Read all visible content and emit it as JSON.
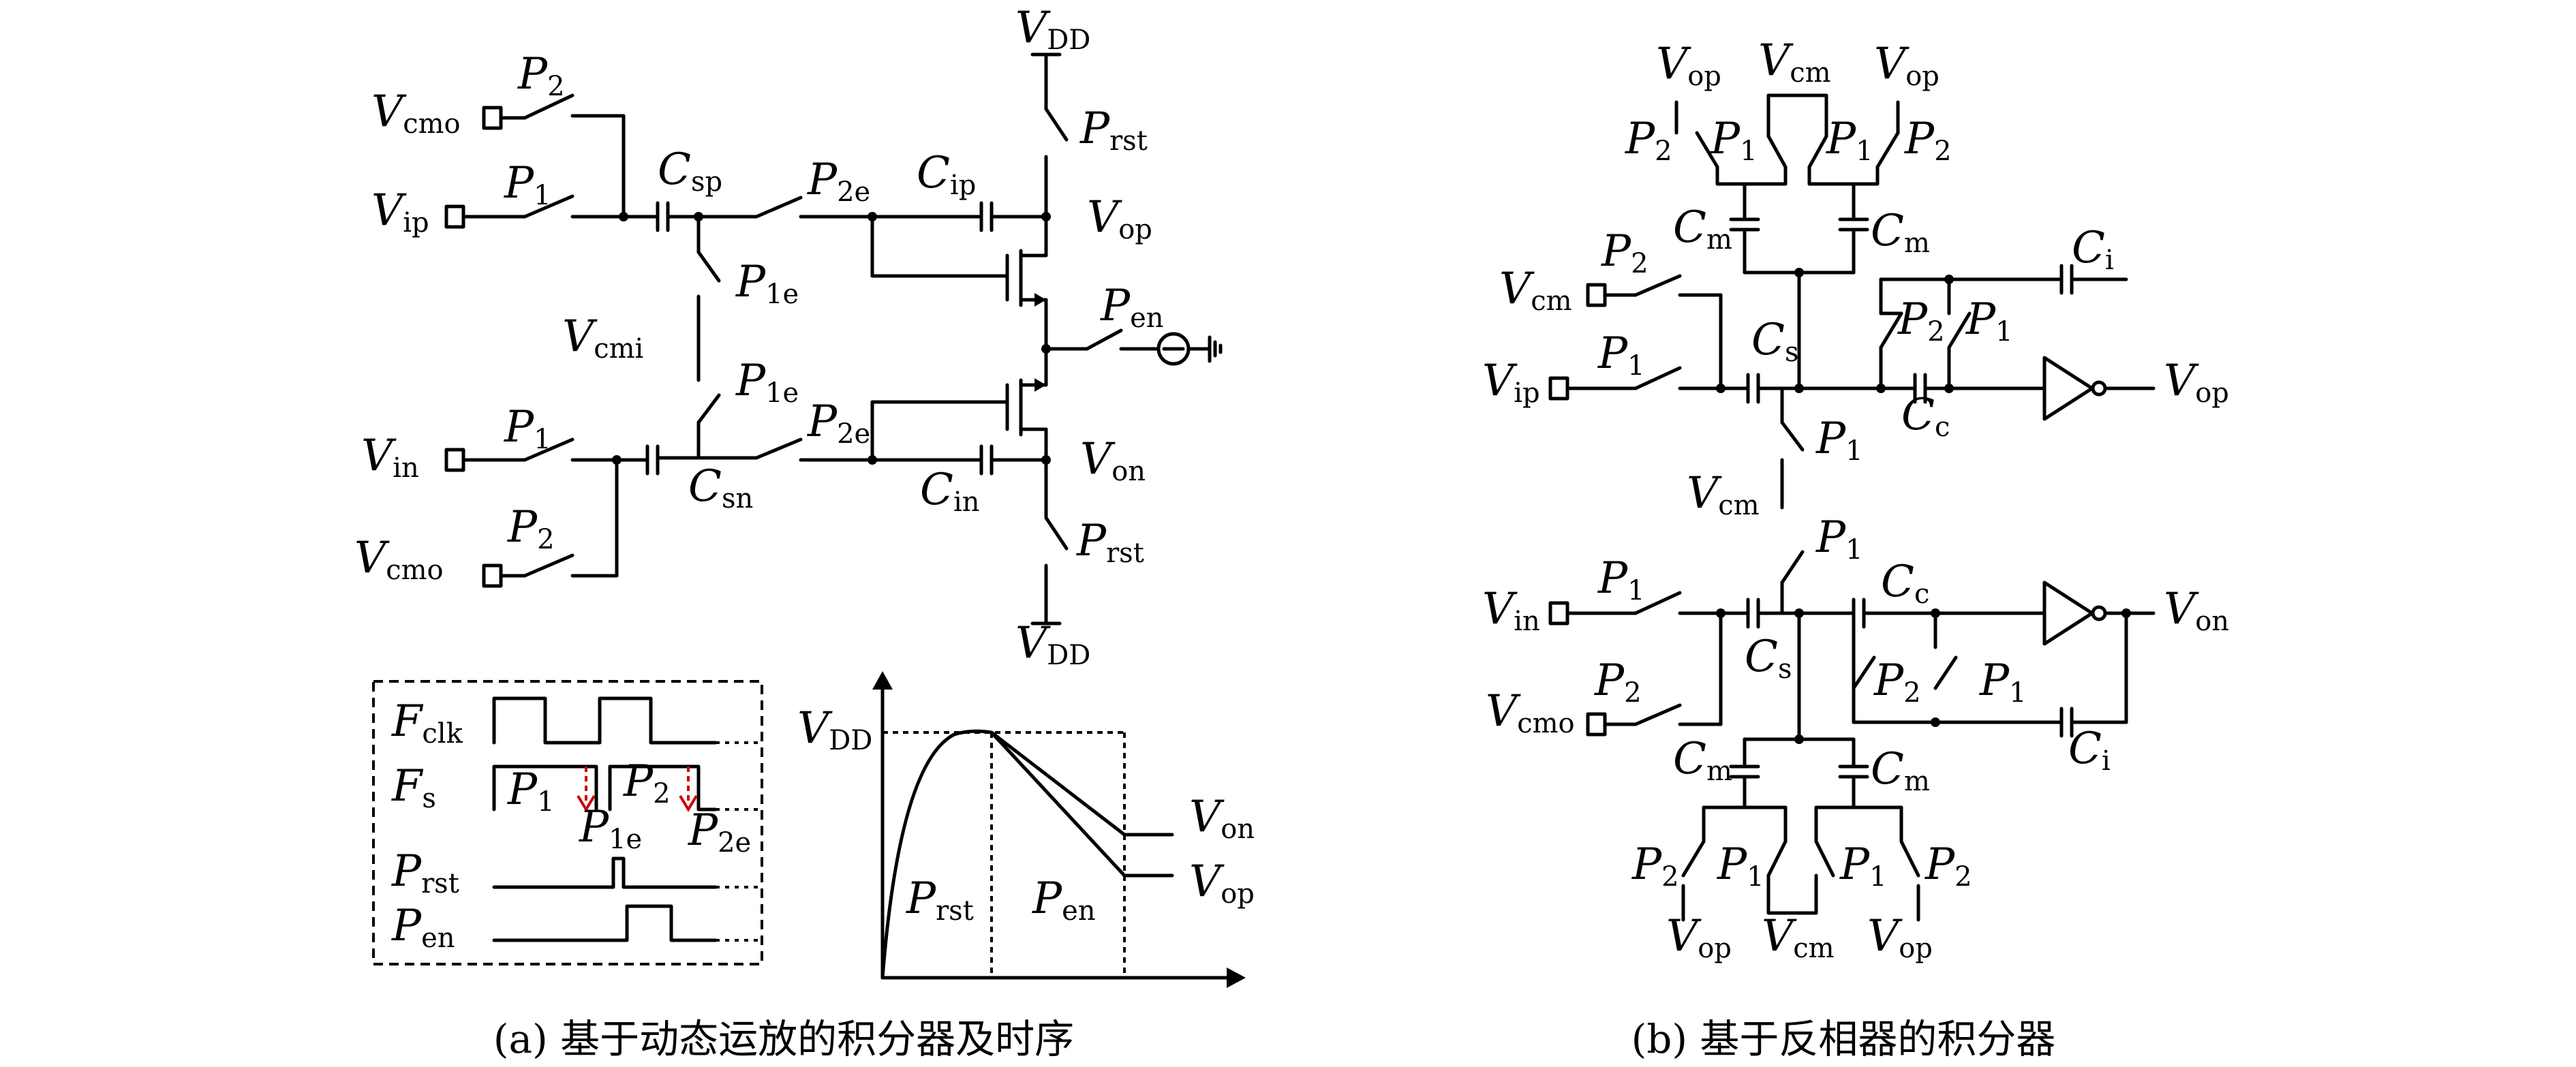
{
  "panel_a": {
    "caption": "(a) 基于动态运放的积分器及时序",
    "vdd_top": {
      "main": "V",
      "sub": "DD"
    },
    "vdd_bottom": {
      "main": "V",
      "sub": "DD"
    },
    "p_rst_top": {
      "main": "P",
      "sub": "rst"
    },
    "p_rst_bottom": {
      "main": "P",
      "sub": "rst"
    },
    "v_cmo_top": {
      "main": "V",
      "sub": "cmo"
    },
    "v_cmo_bottom": {
      "main": "V",
      "sub": "cmo"
    },
    "v_ip": {
      "main": "V",
      "sub": "ip"
    },
    "v_in": {
      "main": "V",
      "sub": "in"
    },
    "v_cmi": {
      "main": "V",
      "sub": "cmi"
    },
    "p2_top": {
      "main": "P",
      "sub": "2"
    },
    "p1_top": {
      "main": "P",
      "sub": "1"
    },
    "p1_bottom": {
      "main": "P",
      "sub": "1"
    },
    "p2_bottom": {
      "main": "P",
      "sub": "2"
    },
    "c_sp": {
      "main": "C",
      "sub": "sp"
    },
    "c_sn": {
      "main": "C",
      "sub": "sn"
    },
    "c_ip": {
      "main": "C",
      "sub": "ip"
    },
    "c_in": {
      "main": "C",
      "sub": "in"
    },
    "p2e_top": {
      "main": "P",
      "sub": "2e"
    },
    "p2e_bottom": {
      "main": "P",
      "sub": "2e"
    },
    "p1e_top": {
      "main": "P",
      "sub": "1e"
    },
    "p1e_bottom": {
      "main": "P",
      "sub": "1e"
    },
    "v_op": {
      "main": "V",
      "sub": "op"
    },
    "v_on": {
      "main": "V",
      "sub": "on"
    },
    "p_en": {
      "main": "P",
      "sub": "en"
    },
    "timing": {
      "f_clk": {
        "main": "F",
        "sub": "clk"
      },
      "f_s": {
        "main": "F",
        "sub": "s"
      },
      "p_rst": {
        "main": "P",
        "sub": "rst"
      },
      "p_en": {
        "main": "P",
        "sub": "en"
      },
      "phase1": {
        "main": "P",
        "sub": "1"
      },
      "phase2": {
        "main": "P",
        "sub": "2"
      },
      "p1e": {
        "main": "P",
        "sub": "1e"
      },
      "p2e": {
        "main": "P",
        "sub": "2e"
      }
    },
    "waveform": {
      "vdd": {
        "main": "V",
        "sub": "DD"
      },
      "von": {
        "main": "V",
        "sub": "on"
      },
      "vop": {
        "main": "V",
        "sub": "op"
      },
      "region_rst": {
        "main": "P",
        "sub": "rst"
      },
      "region_en": {
        "main": "P",
        "sub": "en"
      }
    }
  },
  "panel_b": {
    "caption": "(b) 基于反相器的积分器",
    "v_op_t1": {
      "main": "V",
      "sub": "op"
    },
    "v_cm_t": {
      "main": "V",
      "sub": "cm"
    },
    "v_op_t2": {
      "main": "V",
      "sub": "op"
    },
    "p2_tl": {
      "main": "P",
      "sub": "2"
    },
    "p1_tl": {
      "main": "P",
      "sub": "1"
    },
    "p1_tr": {
      "main": "P",
      "sub": "1"
    },
    "p2_tr": {
      "main": "P",
      "sub": "2"
    },
    "c_m_tl": {
      "main": "C",
      "sub": "m"
    },
    "c_m_tr": {
      "main": "C",
      "sub": "m"
    },
    "c_i_top": {
      "main": "C",
      "sub": "i"
    },
    "p2_vcm": {
      "main": "P",
      "sub": "2"
    },
    "v_cm_left": {
      "main": "V",
      "sub": "cm"
    },
    "p1_vip": {
      "main": "P",
      "sub": "1"
    },
    "v_ip": {
      "main": "V",
      "sub": "ip"
    },
    "c_s_top": {
      "main": "C",
      "sub": "s"
    },
    "p2_fb_top": {
      "main": "P",
      "sub": "2"
    },
    "p1_fb_top": {
      "main": "P",
      "sub": "1"
    },
    "c_c_top": {
      "main": "C",
      "sub": "c"
    },
    "v_op_out": {
      "main": "V",
      "sub": "op"
    },
    "p1_mid_top": {
      "main": "P",
      "sub": "1"
    },
    "v_cm_mid": {
      "main": "V",
      "sub": "cm"
    },
    "p1_mid_bot": {
      "main": "P",
      "sub": "1"
    },
    "v_in": {
      "main": "V",
      "sub": "in"
    },
    "p1_vin": {
      "main": "P",
      "sub": "1"
    },
    "c_c_bot": {
      "main": "C",
      "sub": "c"
    },
    "v_on_out": {
      "main": "V",
      "sub": "on"
    },
    "c_s_bot": {
      "main": "C",
      "sub": "s"
    },
    "p2_vcmo": {
      "main": "P",
      "sub": "2"
    },
    "v_cmo": {
      "main": "V",
      "sub": "cmo"
    },
    "p2_fb_bot": {
      "main": "P",
      "sub": "2"
    },
    "p1_fb_bot": {
      "main": "P",
      "sub": "1"
    },
    "c_i_bot": {
      "main": "C",
      "sub": "i"
    },
    "c_m_bl": {
      "main": "C",
      "sub": "m"
    },
    "c_m_br": {
      "main": "C",
      "sub": "m"
    },
    "p2_bl": {
      "main": "P",
      "sub": "2"
    },
    "p1_bl": {
      "main": "P",
      "sub": "1"
    },
    "p1_br": {
      "main": "P",
      "sub": "1"
    },
    "p2_br": {
      "main": "P",
      "sub": "2"
    },
    "v_op_b1": {
      "main": "V",
      "sub": "op"
    },
    "v_cm_b": {
      "main": "V",
      "sub": "cm"
    },
    "v_op_b2": {
      "main": "V",
      "sub": "op"
    }
  }
}
